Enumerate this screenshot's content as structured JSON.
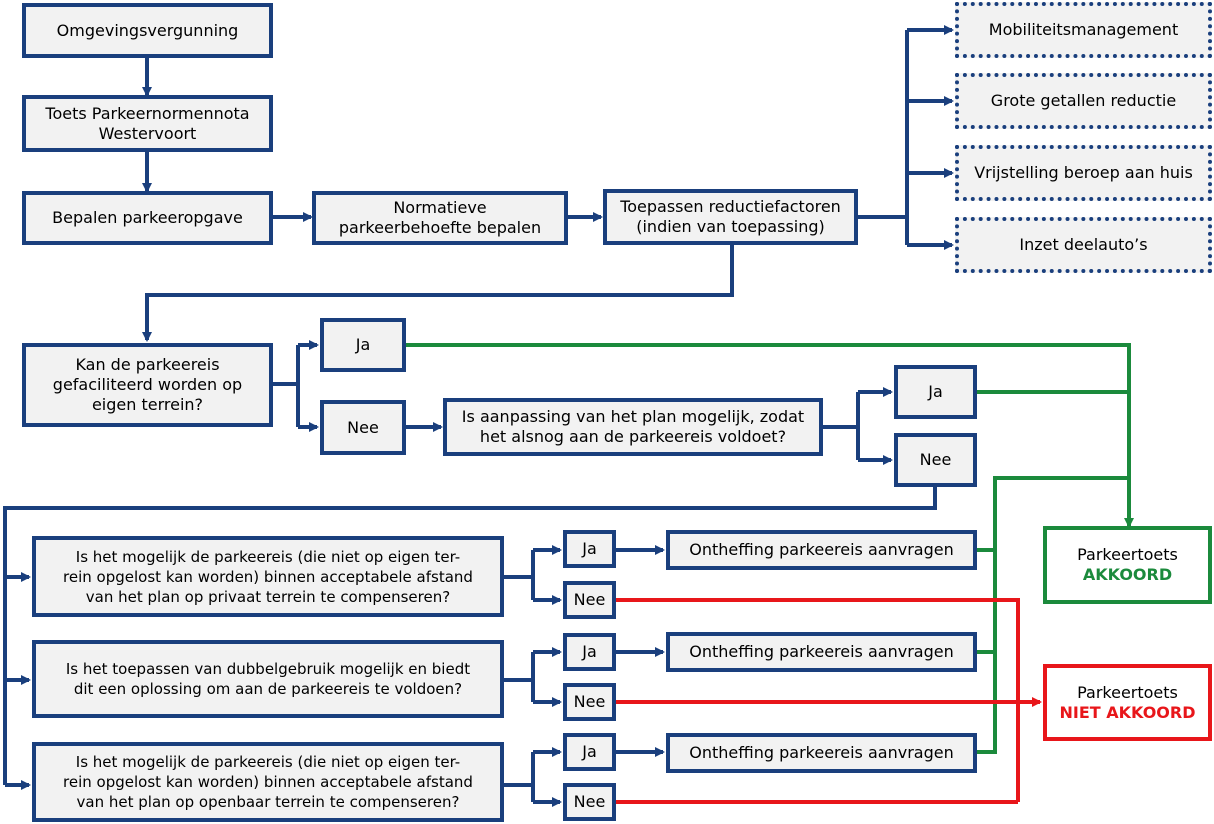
{
  "colors": {
    "process": "#1a3f7d",
    "approved": "#1b8a3c",
    "rejected": "#e8161a",
    "box_fill": "#f2f2f2"
  },
  "nodes": {
    "omgevingsvergunning": "Omgevingsvergunning",
    "toets": "Toets Parkeernormennota\nWestervoort",
    "bepalen": "Bepalen parkeeropgave",
    "normatieve": "Normatieve\nparkeerbehoefte bepalen",
    "reductie": "Toepassen reductiefactoren\n(indien van toepassing)",
    "mobiliteit": "Mobiliteitsmanagement",
    "grote_getallen": "Grote getallen reductie",
    "vrijstelling": "Vrijstelling beroep aan huis",
    "deelautos": "Inzet deelauto’s",
    "q_eigen_terrein": "Kan de parkeereis\ngefaciliteerd worden op\neigen terrein?",
    "q1_ja": "Ja",
    "q1_nee": "Nee",
    "q_aanpassing": "Is aanpassing van het plan mogelijk, zodat\nhet alsnog aan de parkeereis voldoet?",
    "q2_ja": "Ja",
    "q2_nee": "Nee",
    "q_privaat": "Is het mogelijk de parkeereis (die niet op eigen ter-\nrein opgelost kan worden) binnen acceptabele afstand\nvan het plan op privaat terrein te compenseren?",
    "q3_ja": "Ja",
    "q3_nee": "Nee",
    "ontheffing_1": "Ontheffing parkeereis aanvragen",
    "q_dubbel": "Is het toepassen van dubbelgebruik mogelijk en biedt\ndit een oplossing om aan de parkeereis te voldoen?",
    "q4_ja": "Ja",
    "q4_nee": "Nee",
    "ontheffing_2": "Ontheffing parkeereis aanvragen",
    "q_openbaar": "Is het mogelijk de parkeereis (die niet op eigen ter-\nrein opgelost kan worden) binnen acceptabele afstand\nvan het plan op openbaar terrein te compenseren?",
    "q5_ja": "Ja",
    "q5_nee": "Nee",
    "ontheffing_3": "Ontheffing parkeereis aanvragen",
    "akkoord_label": "Parkeertoets",
    "akkoord_status": "AKKOORD",
    "niet_akkoord_label": "Parkeertoets",
    "niet_akkoord_status": "NIET AKKOORD"
  }
}
